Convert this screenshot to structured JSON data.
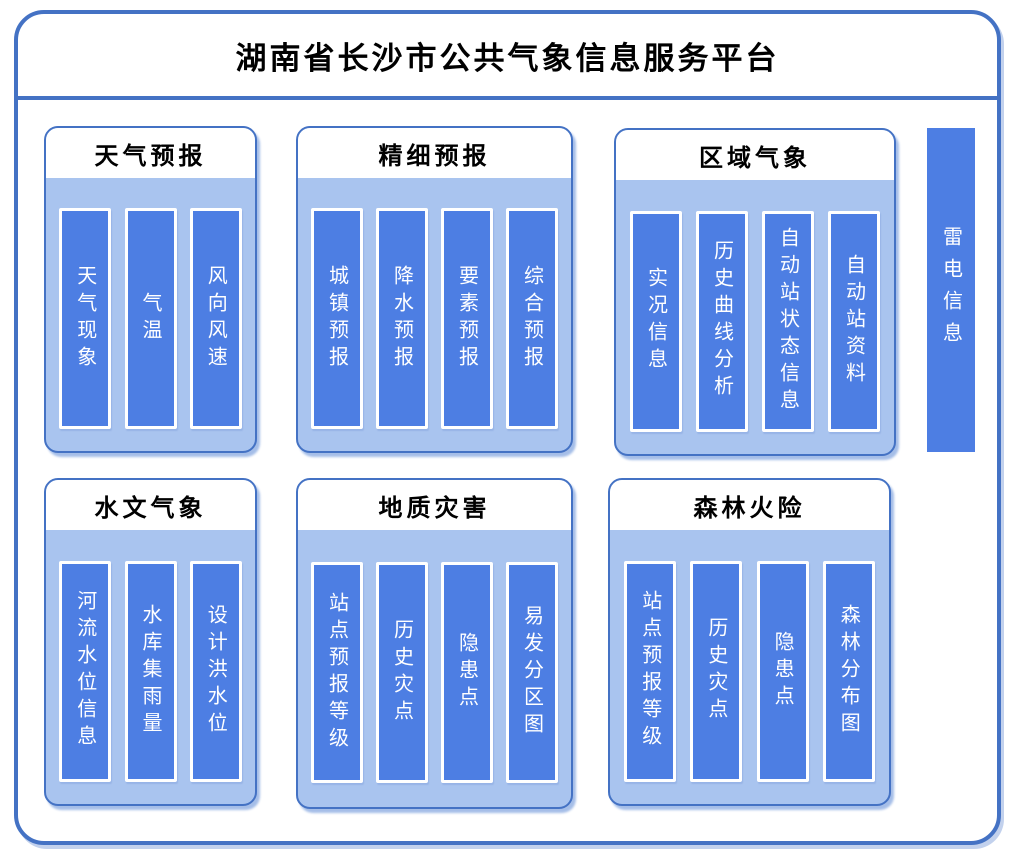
{
  "platform": {
    "title": "湖南省长沙市公共气象信息服务平台"
  },
  "groups": [
    {
      "label": "天气预报",
      "items": [
        "天气现象",
        "气温",
        "风向风速"
      ]
    },
    {
      "label": "精细预报",
      "items": [
        "城镇预报",
        "降水预报",
        "要素预报",
        "综合预报"
      ]
    },
    {
      "label": "区域气象",
      "items": [
        "实况信息",
        "历史曲线分析",
        "自动站状态信息",
        "自动站资料"
      ]
    },
    {
      "label": "水文气象",
      "items": [
        "河流水位信息",
        "水库集雨量",
        "设计洪水位"
      ]
    },
    {
      "label": "地质灾害",
      "items": [
        "站点预报等级",
        "历史灾点",
        "隐患点",
        "易发分区图"
      ]
    },
    {
      "label": "森林火险",
      "items": [
        "站点预报等级",
        "历史灾点",
        "隐患点",
        "森林分布图"
      ]
    }
  ],
  "sidebar": {
    "label": "雷电信息"
  },
  "colors": {
    "frame_border": "#4472C4",
    "panel_body": "#A9C4EF",
    "item_bar": "#4D7EE3",
    "header_background": "#FFFFFF",
    "bar_text": "#FFFFFF",
    "title_text": "#000000"
  }
}
